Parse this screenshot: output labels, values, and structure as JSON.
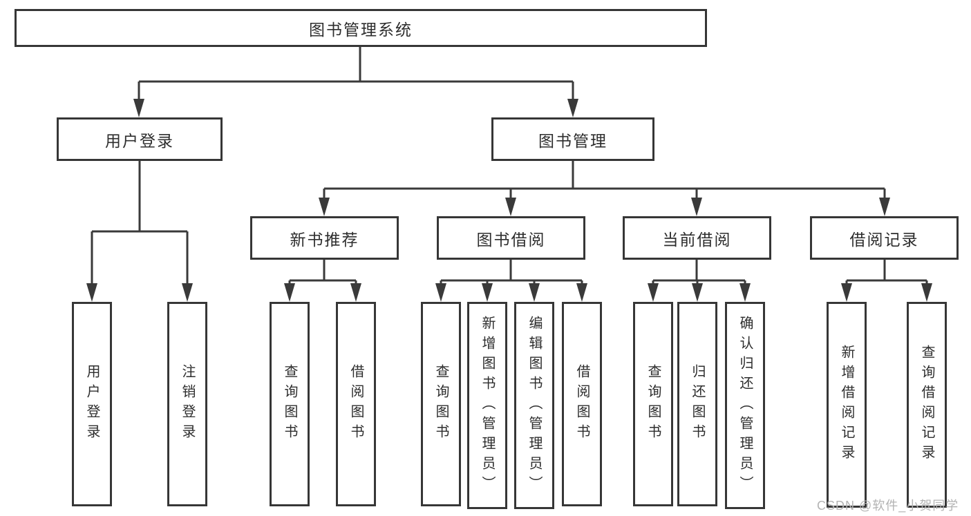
{
  "title": "图书管理系统",
  "watermark": "CSDN @软件_小贺同学",
  "colors": {
    "line": "#3a3a3a",
    "box_border": "#363636",
    "text": "#2d2d2d",
    "watermark": "#b3b3b3",
    "background": "#ffffff"
  },
  "tree": {
    "label": "图书管理系统",
    "children": [
      {
        "label": "用户登录",
        "children": [
          {
            "label": "用户登录"
          },
          {
            "label": "注销登录"
          }
        ]
      },
      {
        "label": "图书管理",
        "children": [
          {
            "label": "新书推荐",
            "children": [
              {
                "label": "查询图书"
              },
              {
                "label": "借阅图书"
              }
            ]
          },
          {
            "label": "图书借阅",
            "children": [
              {
                "label": "查询图书"
              },
              {
                "label": "新增图书（管理员）"
              },
              {
                "label": "编辑图书（管理员）"
              },
              {
                "label": "借阅图书"
              }
            ]
          },
          {
            "label": "当前借阅",
            "children": [
              {
                "label": "查询图书"
              },
              {
                "label": "归还图书"
              },
              {
                "label": "确认归还（管理员）"
              }
            ]
          },
          {
            "label": "借阅记录",
            "children": [
              {
                "label": "新增借阅记录"
              },
              {
                "label": "查询借阅记录"
              }
            ]
          }
        ]
      }
    ]
  }
}
